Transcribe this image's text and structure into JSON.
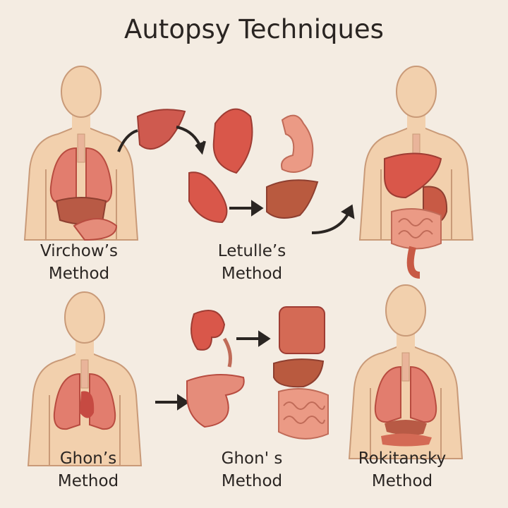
{
  "title": "Autopsy Techniques",
  "methods": [
    {
      "line1": "Virchow’s",
      "line2": "Method"
    },
    {
      "line1": "Letulle’s",
      "line2": "Method"
    },
    {
      "line1": "Ghon’s",
      "line2": "Method"
    },
    {
      "line1": "Ghon' s",
      "line2": "Method"
    },
    {
      "line1": "Rokitansky",
      "line2": "Method"
    }
  ],
  "colors": {
    "background": "#f4ece2",
    "skin": "#f2d0ad",
    "organ": "#d9675a",
    "organ_dark": "#b84c40",
    "arrow": "#2a2522"
  }
}
